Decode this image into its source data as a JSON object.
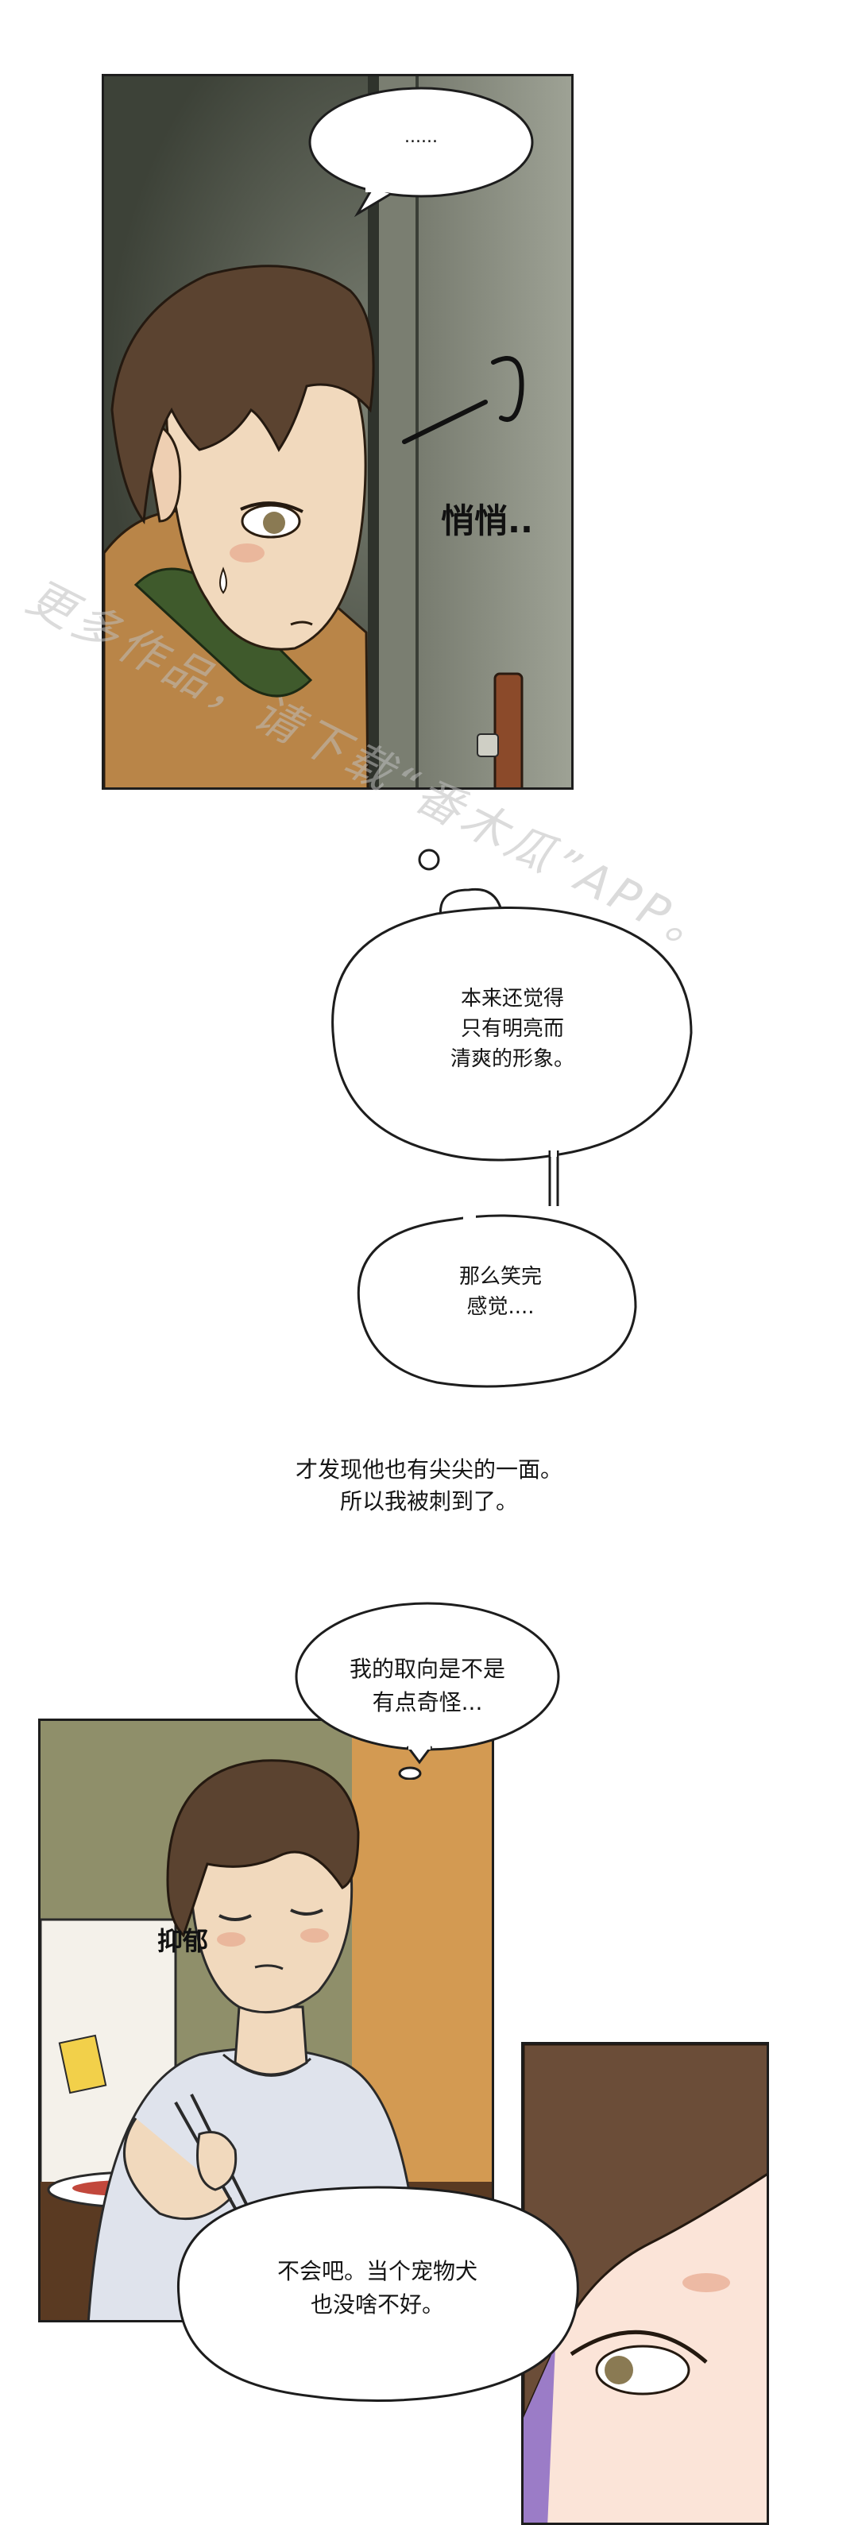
{
  "panel1": {
    "bubble_text": "......",
    "sfx_text": "悄悄.."
  },
  "watermark": {
    "text": "更多作品，请下载“番木瓜”APP。"
  },
  "narration": {
    "bubble1": "本来还觉得\n只有明亮而\n清爽的形象。",
    "bubble2": "那么笑完\n感觉....",
    "caption": "才发现他也有尖尖的一面。\n所以我被刺到了。"
  },
  "panel2": {
    "bubble_text": "我的取向是不是\n有点奇怪...",
    "sfx_text": "抑郁"
  },
  "panel3": {
    "bubble_text": "不会吧。当个宠物犬\n也没啥不好。"
  },
  "colors": {
    "panel1_bg": "#5a5f52",
    "hair": "#5b4330",
    "skin": "#f1d9bd",
    "sweater": "#b98548",
    "wall_olive": "#8f8f6a",
    "door_orange": "#d39a52",
    "purple": "#9b7cc7"
  }
}
